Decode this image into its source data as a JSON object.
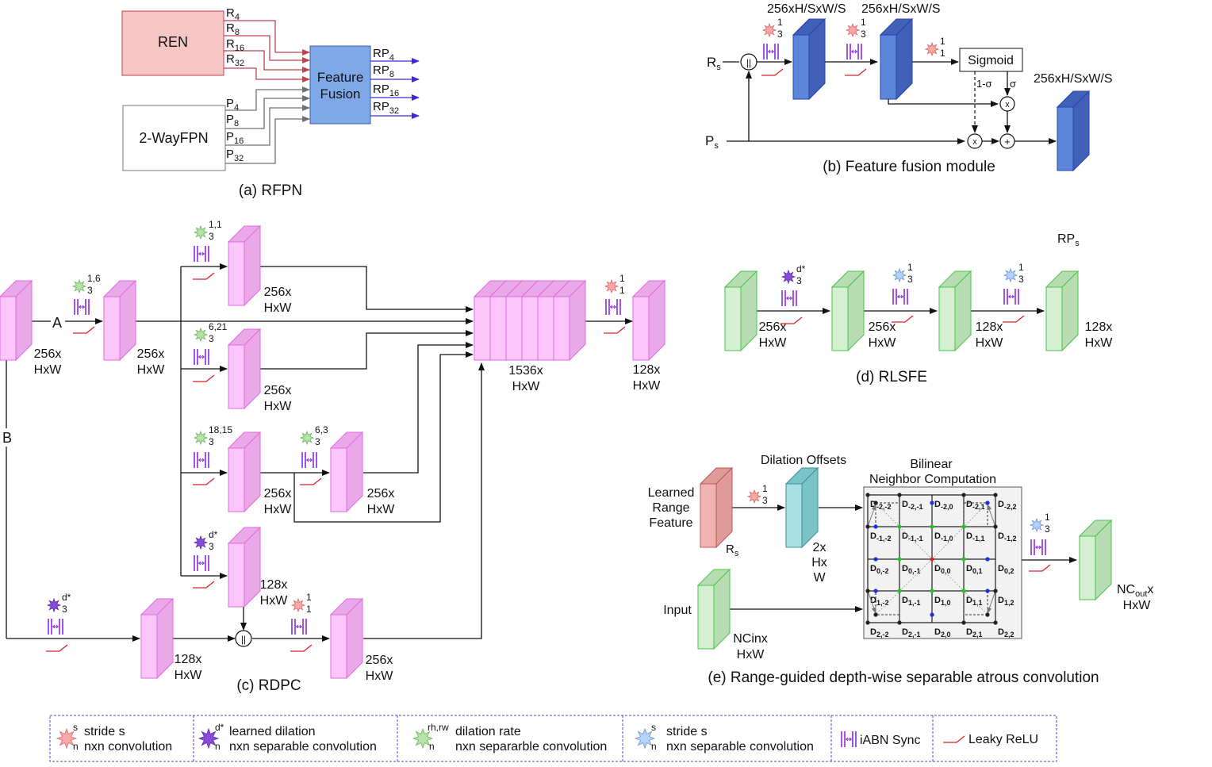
{
  "panels": {
    "a": {
      "caption": "(a) RFPN",
      "ren": "REN",
      "fpn": "2-WayFPN",
      "fusion": [
        "Feature",
        "Fusion"
      ],
      "r_labels": [
        [
          "R",
          "4"
        ],
        [
          "R",
          "8"
        ],
        [
          "R",
          "16"
        ],
        [
          "R",
          "32"
        ]
      ],
      "p_labels": [
        [
          "P",
          "4"
        ],
        [
          "P",
          "8"
        ],
        [
          "P",
          "16"
        ],
        [
          "P",
          "32"
        ]
      ],
      "rp_labels": [
        [
          "RP",
          "4"
        ],
        [
          "RP",
          "8"
        ],
        [
          "RP",
          "16"
        ],
        [
          "RP",
          "32"
        ]
      ]
    },
    "b": {
      "caption": "(b) Feature fusion module",
      "dim": "256xH/SxW/S",
      "rs": [
        "R",
        "s"
      ],
      "ps": [
        "P",
        "s"
      ],
      "sigmoid": "Sigmoid",
      "one_minus_sigma": "1-σ",
      "sigma": "σ",
      "concat": "||",
      "mul": "x",
      "add": "+",
      "conv1": [
        "1",
        "3"
      ],
      "conv2": [
        "1",
        "3"
      ],
      "conv3": [
        "1",
        "1"
      ]
    },
    "c": {
      "caption": "(c) RDPC",
      "A": "A",
      "B": "B",
      "concat": "||",
      "d": "d*",
      "labels": {
        "in": [
          "256x",
          "HxW"
        ],
        "first": [
          "256x",
          "HxW"
        ],
        "b1": [
          "256x",
          "HxW"
        ],
        "b2": [
          "256x",
          "HxW"
        ],
        "b3a": [
          "256x",
          "HxW"
        ],
        "b3b": [
          "256x",
          "HxW"
        ],
        "b4": [
          "128x",
          "HxW"
        ],
        "bb": [
          "128x",
          "HxW"
        ],
        "post": [
          "256x",
          "HxW"
        ],
        "cat": [
          "1536x",
          "HxW"
        ],
        "out": [
          "128x",
          "HxW"
        ]
      },
      "convs": {
        "first": [
          "1,6",
          "3"
        ],
        "b1": [
          "1,1",
          "3"
        ],
        "b2": [
          "6,21",
          "3"
        ],
        "b3a": [
          "18,15",
          "3"
        ],
        "b3b": [
          "6,3",
          "3"
        ],
        "b4": [
          "d*",
          "3"
        ],
        "bb": [
          "d*",
          "3"
        ],
        "post": [
          "1",
          "1"
        ],
        "out": [
          "1",
          "1"
        ]
      }
    },
    "d": {
      "caption": "(d) RLSFE",
      "rps": [
        "RP",
        "s"
      ],
      "labels": [
        [
          "256x",
          "HxW"
        ],
        [
          "256x",
          "HxW"
        ],
        [
          "128x",
          "HxW"
        ],
        [
          "128x",
          "HxW"
        ]
      ],
      "convs": [
        [
          "d*",
          "3"
        ],
        [
          "1",
          "3"
        ],
        [
          "1",
          "3"
        ]
      ]
    },
    "e": {
      "caption": "(e) Range-guided depth-wise separable atrous convolution",
      "learned": [
        "Learned",
        "Range",
        "Feature"
      ],
      "rs": [
        "R",
        "s"
      ],
      "offsets_title": "Dilation Offsets",
      "offsets_dim": [
        "2x",
        "Hx",
        "W"
      ],
      "bilinear": [
        "Bilinear",
        "Neighbor Computation"
      ],
      "input": "Input",
      "input_dim": [
        "NCinx",
        "HxW"
      ],
      "out_dim": [
        "NC",
        "out",
        "x",
        "HxW"
      ],
      "conv1": [
        "1",
        "3"
      ],
      "conv2": [
        "1",
        "3"
      ],
      "grid": [
        [
          [
            "D",
            "-2,-2"
          ],
          [
            "D",
            "-2,-1"
          ],
          [
            "D",
            "-2,0"
          ],
          [
            "D",
            "-2,1"
          ],
          [
            "D",
            "-2,2"
          ]
        ],
        [
          [
            "D",
            "-1,-2"
          ],
          [
            "D",
            "-1,-1"
          ],
          [
            "D",
            "-1,0"
          ],
          [
            "D",
            "-1,1"
          ],
          [
            "D",
            "-1,2"
          ]
        ],
        [
          [
            "D",
            "0,-2"
          ],
          [
            "D",
            "0,-1"
          ],
          [
            "D",
            "0,0"
          ],
          [
            "D",
            "0,1"
          ],
          [
            "D",
            "0,2"
          ]
        ],
        [
          [
            "D",
            "1,-2"
          ],
          [
            "D",
            "1,-1"
          ],
          [
            "D",
            "1,0"
          ],
          [
            "D",
            "1,1"
          ],
          [
            "D",
            "1,2"
          ]
        ],
        [
          [
            "D",
            "2,-2"
          ],
          [
            "D",
            "2,-1"
          ],
          [
            "D",
            "2,0"
          ],
          [
            "D",
            "2,1"
          ],
          [
            "D",
            "2,2"
          ]
        ]
      ]
    }
  },
  "legend": [
    {
      "icon": "red-star-icon",
      "sup": "s",
      "sub": "n",
      "line1": "stride s",
      "line2": "nxn convolution"
    },
    {
      "icon": "purple-star-icon",
      "sup": "d*",
      "sub": "n",
      "line1": "learned dilation",
      "line2": "nxn separable convolution"
    },
    {
      "icon": "green-star-icon",
      "sup": "rh,rw",
      "sub": "n",
      "line1": "dilation rate",
      "line2": "nxn separarble convolution"
    },
    {
      "icon": "blue-star-icon",
      "sup": "s",
      "sub": "n",
      "line1": "stride s",
      "line2": "nxn separable convolution"
    },
    {
      "icon": "iabn-icon",
      "line1": "iABN Sync"
    },
    {
      "icon": "leaky-relu-icon",
      "line1": "Leaky ReLU"
    }
  ],
  "colors": {
    "pink": "#fcc6fb",
    "pink_side": "#e9a8e8",
    "pink_edge": "#e26ae0",
    "blue": "#5b86d9",
    "blue_side": "#4161b9",
    "blue_edge": "#2b3fb0",
    "green": "#d4f0d1",
    "green_side": "#b8ddb3",
    "green_edge": "#47c44a",
    "teal": "#a8dfe2",
    "teal_side": "#7cc3c7",
    "teal_edge": "#3d8f95",
    "salmon": "#f3b3b2",
    "salmon_side": "#e09a98",
    "salmon_edge": "#b75b5a",
    "ren_fill": "#f5c6c4",
    "fusion_fill": "#7ea8e6",
    "star_red": "#f7a9a9",
    "star_purple": "#8a4bd8",
    "star_green": "#b6e2a9",
    "star_blue": "#b6d2f5",
    "iabn": "#8a2be2",
    "relu": "#d8202b"
  }
}
